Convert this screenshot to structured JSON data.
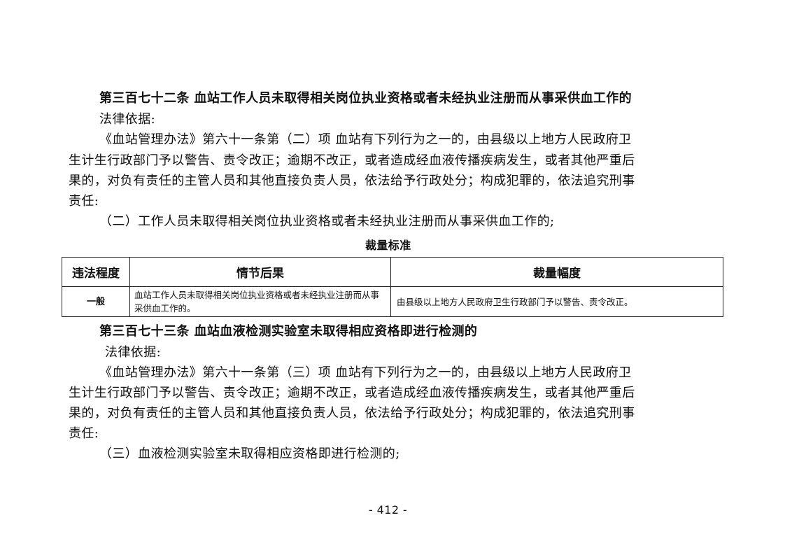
{
  "article1": {
    "title": "第三百七十二条  血站工作人员未取得相关岗位执业资格或者未经执业注册而从事采供血工作的",
    "basis_label": "法律依据:",
    "lines": [
      "《血站管理办法》第六十一条第（二）项  血站有下列行为之一的，由县级以上地方人民政府卫",
      "生计生行政部门予以警告、责令改正；逾期不改正，或者造成经血液传播疾病发生，或者其他严重后",
      "果的，对负有责任的主管人员和其他直接负责人员，依法给予行政处分；构成犯罪的，依法追究刑事",
      "责任:"
    ],
    "item": "（二）工作人员未取得相关岗位执业资格或者未经执业注册而从事采供血工作的;"
  },
  "table": {
    "caption": "裁量标准",
    "headers": [
      "违法程度",
      "情节后果",
      "裁量幅度"
    ],
    "rows": [
      [
        "一般",
        "血站工作人员未取得相关岗位执业资格或者未经执业注册而从事采供血工作的。",
        "由县级以上地方人民政府卫生行政部门予以警告、责令改正。"
      ]
    ]
  },
  "article2": {
    "title": "第三百七十三条  血站血液检测实验室未取得相应资格即进行检测的",
    "basis_label": "法律依据:",
    "lines": [
      "《血站管理办法》第六十一条第（三）项  血站有下列行为之一的，由县级以上地方人民政府卫",
      "生计生行政部门予以警告、责令改正；逾期不改正，或者造成经血液传播疾病发生，或者其他严重后",
      "果的，对负有责任的主管人员和其他直接负责人员，依法给予行政处分；构成犯罪的，依法追究刑事",
      "责任:"
    ],
    "item": "（三）血液检测实验室未取得相应资格即进行检测的;"
  },
  "page_number": "- 412 -"
}
